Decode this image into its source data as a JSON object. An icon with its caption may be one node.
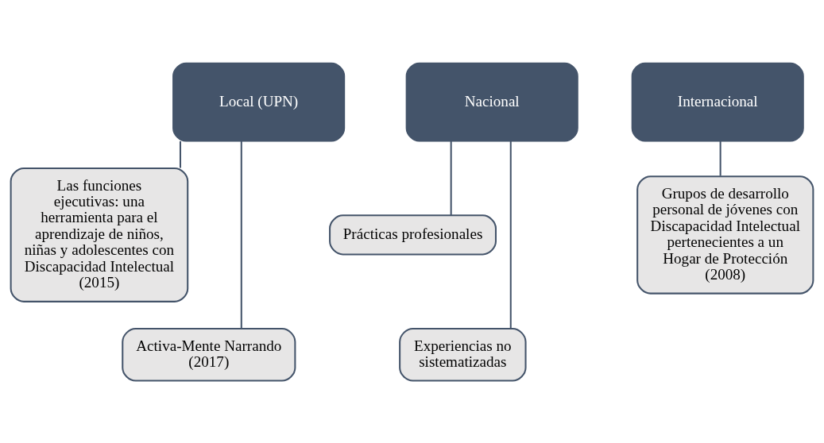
{
  "diagram": {
    "nodes": [
      {
        "text": [
          "Local (UPN)"
        ]
      },
      {
        "text": [
          "Las funciones ejecutivas: una herramienta para el aprendizaje de niños, niñas y adolescentes con Discapacidad Intelectual (2015)"
        ]
      },
      {
        "text": [
          "Activa-Mente Narrando (2017)"
        ]
      },
      {
        "text": [
          "Nacional"
        ]
      },
      {
        "text": [
          "Prácticas profesionales"
        ]
      },
      {
        "text": [
          "Experiencias no sistematizadas"
        ]
      },
      {
        "text": [
          "Internacional"
        ]
      },
      {
        "text": [
          "Grupos de desarrollo personal de jóvenes con Discapacidad Intelectual pertenecientes a un Hogar de Protección (2008)"
        ]
      }
    ],
    "edges": [
      {
        "from": 0,
        "to": 1,
        "arrow": "none"
      },
      {
        "from": 0,
        "to": 2,
        "arrow": "none"
      },
      {
        "from": 3,
        "to": 4,
        "arrow": "none"
      },
      {
        "from": 3,
        "to": 5,
        "arrow": "none"
      },
      {
        "from": 6,
        "to": 7,
        "arrow": "none"
      }
    ]
  }
}
